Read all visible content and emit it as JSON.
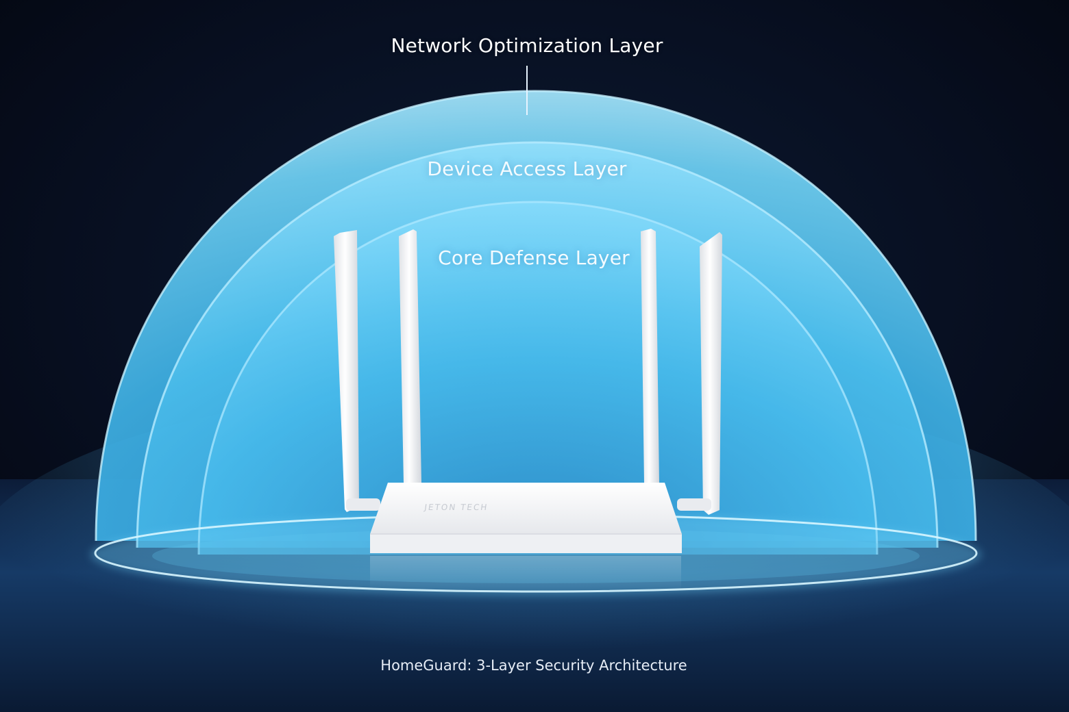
{
  "layers": {
    "outer": {
      "label": "Network Optimization Layer"
    },
    "middle": {
      "label": "Device Access Layer"
    },
    "inner": {
      "label": "Core Defense Layer"
    }
  },
  "device": {
    "brand": "JETON TECH"
  },
  "caption": "HomeGuard: 3-Layer Security Architecture",
  "colors": {
    "background": "#050a16",
    "dome": "#4cc3ef",
    "dome_light": "#8fe0ff",
    "router": "#f4f5f7"
  }
}
